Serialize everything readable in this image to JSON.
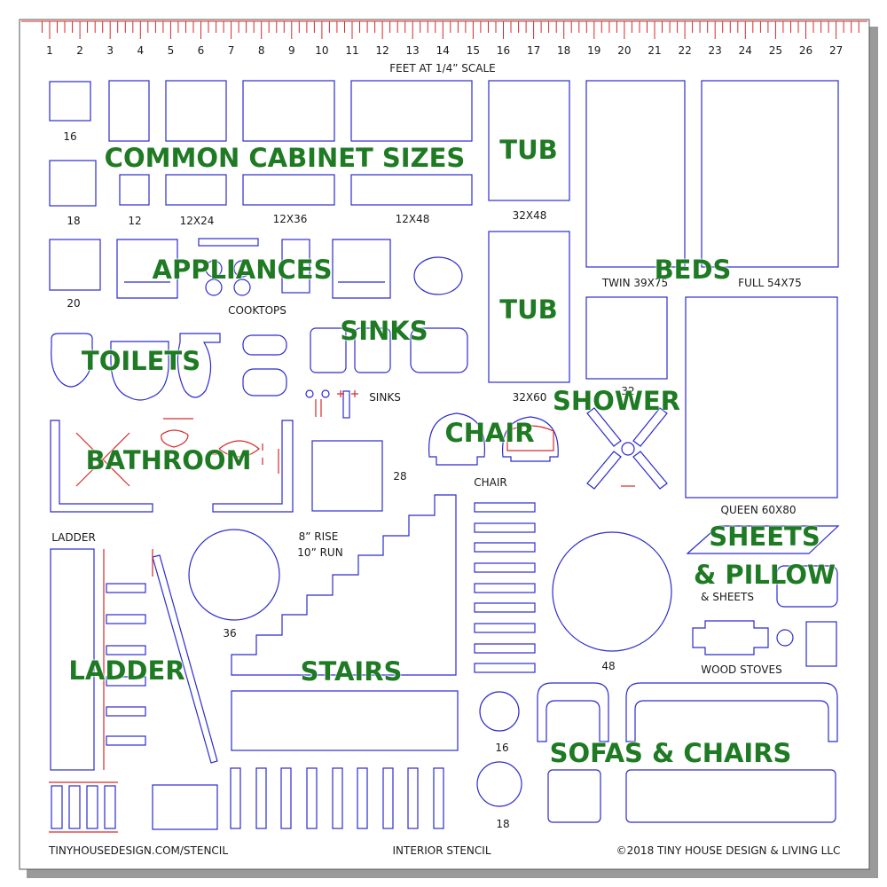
{
  "ruler": {
    "numbers": [
      "1",
      "2",
      "3",
      "4",
      "5",
      "6",
      "7",
      "8",
      "9",
      "10",
      "11",
      "12",
      "13",
      "14",
      "15",
      "16",
      "17",
      "18",
      "19",
      "20",
      "21",
      "22",
      "23",
      "24",
      "25",
      "26",
      "27"
    ],
    "scale_caption": "FEET AT 1/4” SCALE"
  },
  "headings": {
    "cabinets": "COMMON CABINET SIZES",
    "tub1": "TUB",
    "tub2": "TUB",
    "beds": "BEDS",
    "appliances": "APPLIANCES",
    "sinks": "SINKS",
    "toilets": "TOILETS",
    "shower": "SHOWER",
    "chair": "CHAIR",
    "bathroom": "BATHROOM",
    "sheets": "SHEETS",
    "pillow": "& PILLOW",
    "ladder": "LADDER",
    "stairs": "STAIRS",
    "sofas": "SOFAS & CHAIRS"
  },
  "labels": {
    "sq16": "16",
    "sq18": "18",
    "sq12": "12",
    "c12x24": "12X24",
    "c12x36": "12X36",
    "c12x48": "12X48",
    "sq20": "20",
    "tub_32x48": "32X48",
    "tub_32x60": "32X60",
    "twin": "TWIN 39X75",
    "full": "FULL 54X75",
    "cooktops": "COOKTOPS",
    "sinks_small": "SINKS",
    "shower_32": "32",
    "chair_small": "CHAIR",
    "sq28": "28",
    "queen": "QUEEN 60X80",
    "ladder_small": "LADDER",
    "rise": "8” RISE",
    "run": "10” RUN",
    "circle36": "36",
    "circle48": "48",
    "pillow_sheets": "& SHEETS",
    "wood_stoves": "WOOD STOVES",
    "circle16": "16",
    "circle18": "18"
  },
  "footer": {
    "website": "TINYHOUSEDESIGN.COM/STENCIL",
    "title": "INTERIOR STENCIL",
    "copyright": "©2018 TINY HOUSE DESIGN & LIVING LLC"
  },
  "colors": {
    "outline": "#2b2bcf",
    "accent_red": "#d42a2a",
    "heading_green": "#1e7a23",
    "text": "#1a1a1a"
  }
}
